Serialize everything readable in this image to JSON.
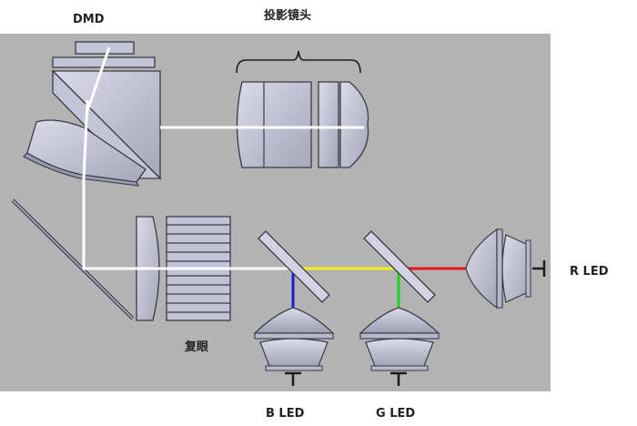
{
  "labels": {
    "dmd": "DMD",
    "projection_lens": "投影镜头",
    "fly_eye": "复眼",
    "r_led": "R LED",
    "b_led": "B LED",
    "g_led": "G LED"
  },
  "colors": {
    "panel": "#b3b3b3",
    "white_beam": "#ffffff",
    "red_beam": "#e8141c",
    "green_beam": "#22d21e",
    "blue_beam": "#1a1ad8",
    "yellow_beam": "#f2ee1a",
    "optic_fill": "#c2c2d6"
  }
}
